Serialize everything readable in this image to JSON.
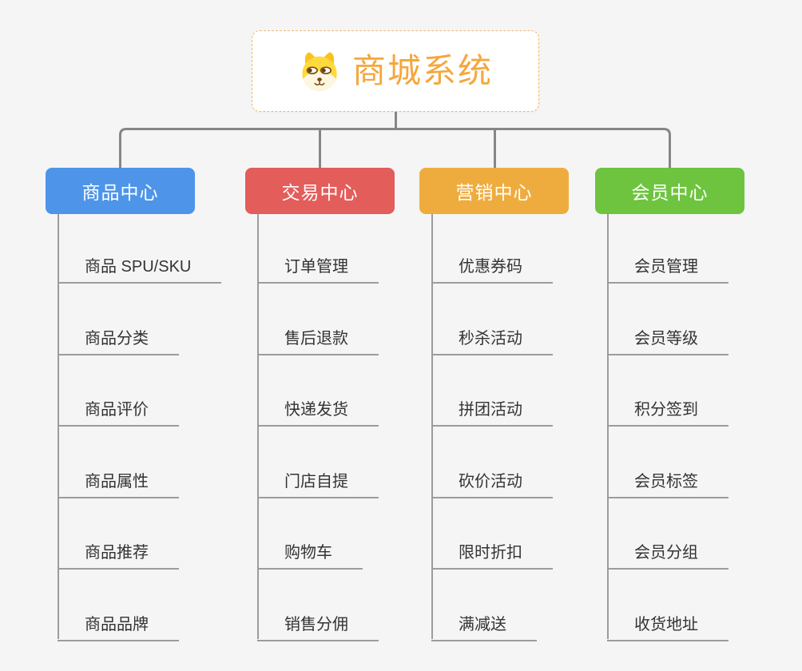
{
  "page": {
    "background": "#f5f5f6"
  },
  "root": {
    "title": "商城系统",
    "icon": "doge-icon",
    "text_color": "#f5a73d",
    "border_color": "#f1b965",
    "fill": "#ffffff"
  },
  "connector_color": "#868686",
  "line_color": "#9c9c9c",
  "branches": [
    {
      "label": "商品中心",
      "color": "#4e95e9",
      "items": [
        "商品 SPU/SKU",
        "商品分类",
        "商品评价",
        "商品属性",
        "商品推荐",
        "商品品牌"
      ]
    },
    {
      "label": "交易中心",
      "color": "#e35d5b",
      "items": [
        "订单管理",
        "售后退款",
        "快递发货",
        "门店自提",
        "购物车",
        "销售分佣"
      ]
    },
    {
      "label": "营销中心",
      "color": "#efac3e",
      "items": [
        "优惠券码",
        "秒杀活动",
        "拼团活动",
        "砍价活动",
        "限时折扣",
        "满减送"
      ]
    },
    {
      "label": "会员中心",
      "color": "#6ec43f",
      "items": [
        "会员管理",
        "会员等级",
        "积分签到",
        "会员标签",
        "会员分组",
        "收货地址"
      ]
    }
  ]
}
